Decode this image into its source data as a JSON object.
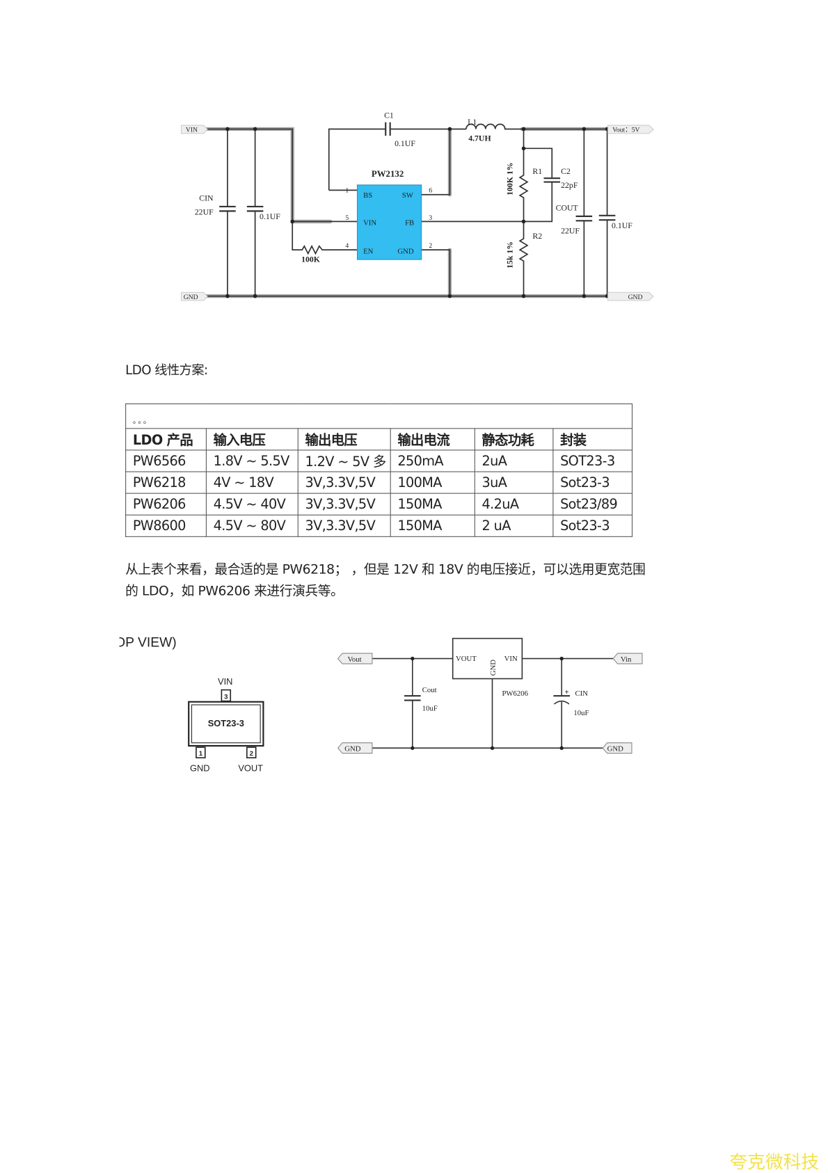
{
  "boost_schematic": {
    "ic_name": "PW2132",
    "pins": {
      "bs": "BS",
      "sw": "SW",
      "vin": "VIN",
      "fb": "FB",
      "en": "EN",
      "gnd": "GND"
    },
    "pin_numbers": {
      "bs": "1",
      "sw": "6",
      "vin": "5",
      "fb": "3",
      "en": "4",
      "gnd": "2"
    },
    "net_vin": "VIN",
    "net_gnd_left": "GND",
    "net_gnd_right": "GND",
    "net_vout": "Vout：5V",
    "c1_label": "C1",
    "c1_value": "0.1UF",
    "l1_label": "L1",
    "l1_value": "4.7UH",
    "cin_label": "CIN",
    "cin_value": "22UF",
    "cin2_value": "0.1UF",
    "en_res_value": "100K",
    "r1_label": "R1",
    "r1_value": "100K  1%",
    "r2_label": "R2",
    "r2_value": "15k  1%",
    "c2_label": "C2",
    "c2_value": "22pF",
    "cout_label": "COUT",
    "cout_value": "22UF",
    "cout2_value": "0.1UF"
  },
  "ldo_heading": "LDO 线性方案:",
  "table": {
    "caption": "。。。",
    "headers": [
      "LDO 产品",
      "输入电压",
      "输出电压",
      "输出电流",
      "静态功耗",
      "封装"
    ],
    "rows": [
      [
        "PW6566",
        "1.8V ~ 5.5V",
        "1.2V ~ 5V 多",
        "250mA",
        "2uA",
        "SOT23-3"
      ],
      [
        "PW6218",
        "4V ~ 18V",
        "3V,3.3V,5V",
        "100MA",
        "3uA",
        "Sot23-3"
      ],
      [
        "PW6206",
        "4.5V ~ 40V",
        "3V,3.3V,5V",
        "150MA",
        "4.2uA",
        "Sot23/89"
      ],
      [
        "PW8600",
        "4.5V ~ 80V",
        "3V,3.3V,5V",
        "150MA",
        "2 uA",
        "Sot23-3"
      ]
    ]
  },
  "paragraph": {
    "line1": "从上表个来看，最合适的是 PW6218；  ，但是 12V 和 18V 的电压接近，可以选用更宽范围",
    "line2": "的 LDO，如 PW6206 来进行演兵等。"
  },
  "package": {
    "top_view": "OP VIEW)",
    "name": "SOT23-3",
    "pin3_label": "VIN",
    "pin3_num": "3",
    "pin1_label": "GND",
    "pin1_num": "1",
    "pin2_label": "VOUT",
    "pin2_num": "2"
  },
  "ldo_schematic": {
    "net_vout": "Vout",
    "net_vin": "Vin",
    "net_gnd_left": "GND",
    "net_gnd_right": "GND",
    "ic_vout": "VOUT",
    "ic_gnd": "GND",
    "ic_vin": "VIN",
    "ic_name": "PW6206",
    "cout_label": "Cout",
    "cout_value": "10uF",
    "cin_label": "CIN",
    "cin_value": "10uF",
    "cin_polarity": "+"
  },
  "watermark": "夸克微科技",
  "colors": {
    "ic_fill": "#33bdf0",
    "watermark": "#f2e24a"
  }
}
